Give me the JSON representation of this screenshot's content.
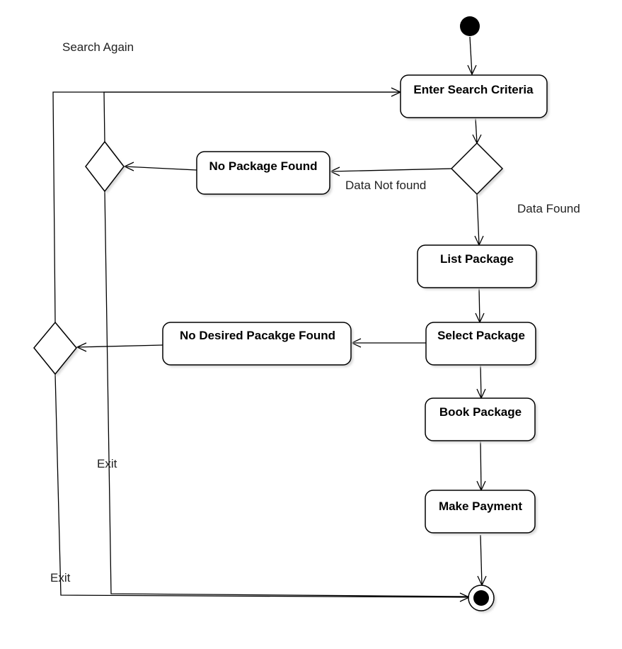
{
  "labels": {
    "search_again": "Search Again",
    "data_not_found": "Data Not found",
    "data_found": "Data Found",
    "exit_upper": "Exit",
    "exit_lower": "Exit"
  },
  "activities": {
    "enter_search_criteria": "Enter Search Criteria",
    "no_package_found": "No Package Found",
    "list_package": "List Package",
    "no_desired_package_found": "No Desired Pacakge Found",
    "select_package": "Select Package",
    "book_package": "Book Package",
    "make_payment": "Make Payment"
  }
}
